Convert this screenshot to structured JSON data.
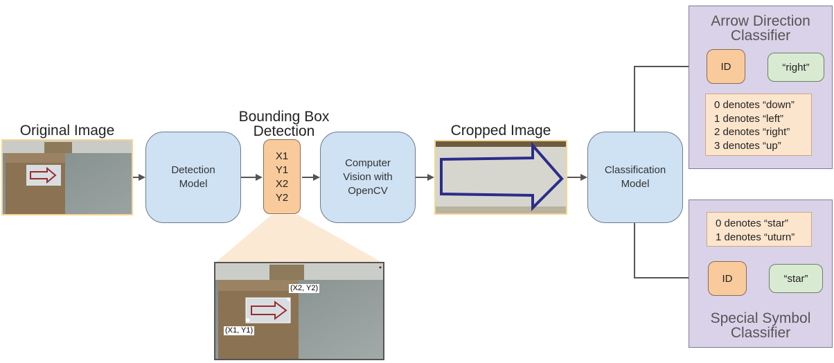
{
  "titles": {
    "original_image": "Original Image",
    "bounding_box_line1": "Bounding Box",
    "bounding_box_line2": "Detection",
    "cropped_image": "Cropped Image"
  },
  "detection_model": {
    "line1": "Detection",
    "line2": "Model"
  },
  "bbox_coords": [
    "X1",
    "Y1",
    "X2",
    "Y2"
  ],
  "cv_box": {
    "line1": "Computer",
    "line2": "Vision with",
    "line3": "OpenCV"
  },
  "classification_model": {
    "line1": "Classification",
    "line2": "Model"
  },
  "zoom_image": {
    "top_right_label": "(X2, Y2)",
    "bottom_left_label": "(X1, Y1)"
  },
  "arrow_panel": {
    "title_line1": "Arrow Direction",
    "title_line2": "Classifier",
    "id_label": "ID",
    "output": "“right”",
    "notes": [
      "0 denotes “down”",
      "1 denotes “left”",
      "2 denotes “right”",
      "3 denotes “up”"
    ]
  },
  "symbol_panel": {
    "title_line1": "Special Symbol",
    "title_line2": "Classifier",
    "id_label": "ID",
    "output": "“star”",
    "notes": [
      "0 denotes “star”",
      "1 denotes “uturn”"
    ]
  },
  "colors": {
    "model_box": "#cfe2f3",
    "id_box": "#f9cb9c",
    "notes_box": "#fce5cd",
    "output_box": "#d9ead3",
    "panel": "#d9d2e9",
    "image_border": "#f6d594"
  }
}
